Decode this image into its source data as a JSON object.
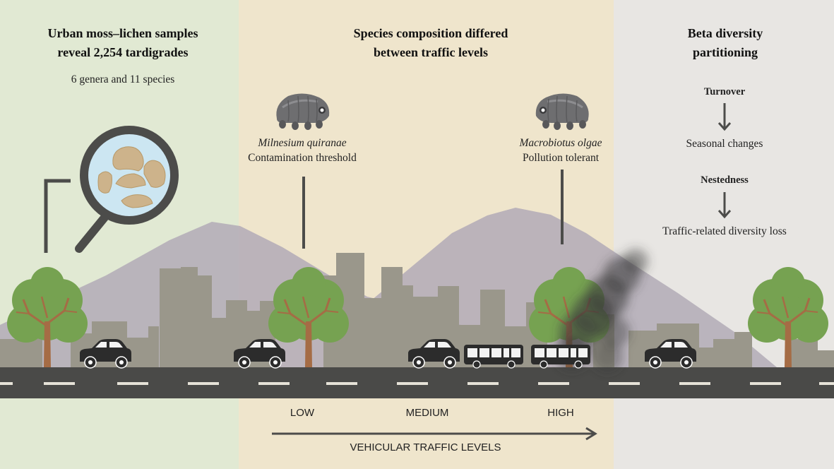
{
  "panels": {
    "left": {
      "title_line1": "Urban moss–lichen samples",
      "title_line2": "reveal 2,254 tardigrades",
      "subtitle": "6 genera and 11 species"
    },
    "middle": {
      "title_line1": "Species composition differed",
      "title_line2": "between traffic levels",
      "species": [
        {
          "name": "Milnesium quiranae",
          "note": "Contamination threshold"
        },
        {
          "name": "Macrobiotus olgae",
          "note": "Pollution tolerant"
        }
      ]
    },
    "right": {
      "title_line1": "Beta diversity",
      "title_line2": "partitioning",
      "items": [
        {
          "heading": "Turnover",
          "result": "Seasonal changes"
        },
        {
          "heading": "Nestedness",
          "result": "Traffic-related diversity loss"
        }
      ]
    }
  },
  "traffic_axis": {
    "levels": [
      "LOW",
      "MEDIUM",
      "HIGH"
    ],
    "label": "VEHICULAR TRAFFIC LEVELS"
  },
  "colors": {
    "left_bg": "#e1e9d3",
    "middle_bg": "#efe5cc",
    "right_bg": "#e8e6e3",
    "road": "#4a4a48",
    "tree_foliage": "#76a251",
    "tree_trunk": "#a56c45",
    "mountain": "#b6adbf",
    "buildings": "#9a978b",
    "smoke": "#3a3a3a"
  },
  "icons": [
    "magnifier-icon",
    "tardigrade-icon",
    "tree-icon",
    "car-icon",
    "bus-icon",
    "smoke-icon",
    "arrow-down-icon",
    "arrow-right-icon"
  ]
}
